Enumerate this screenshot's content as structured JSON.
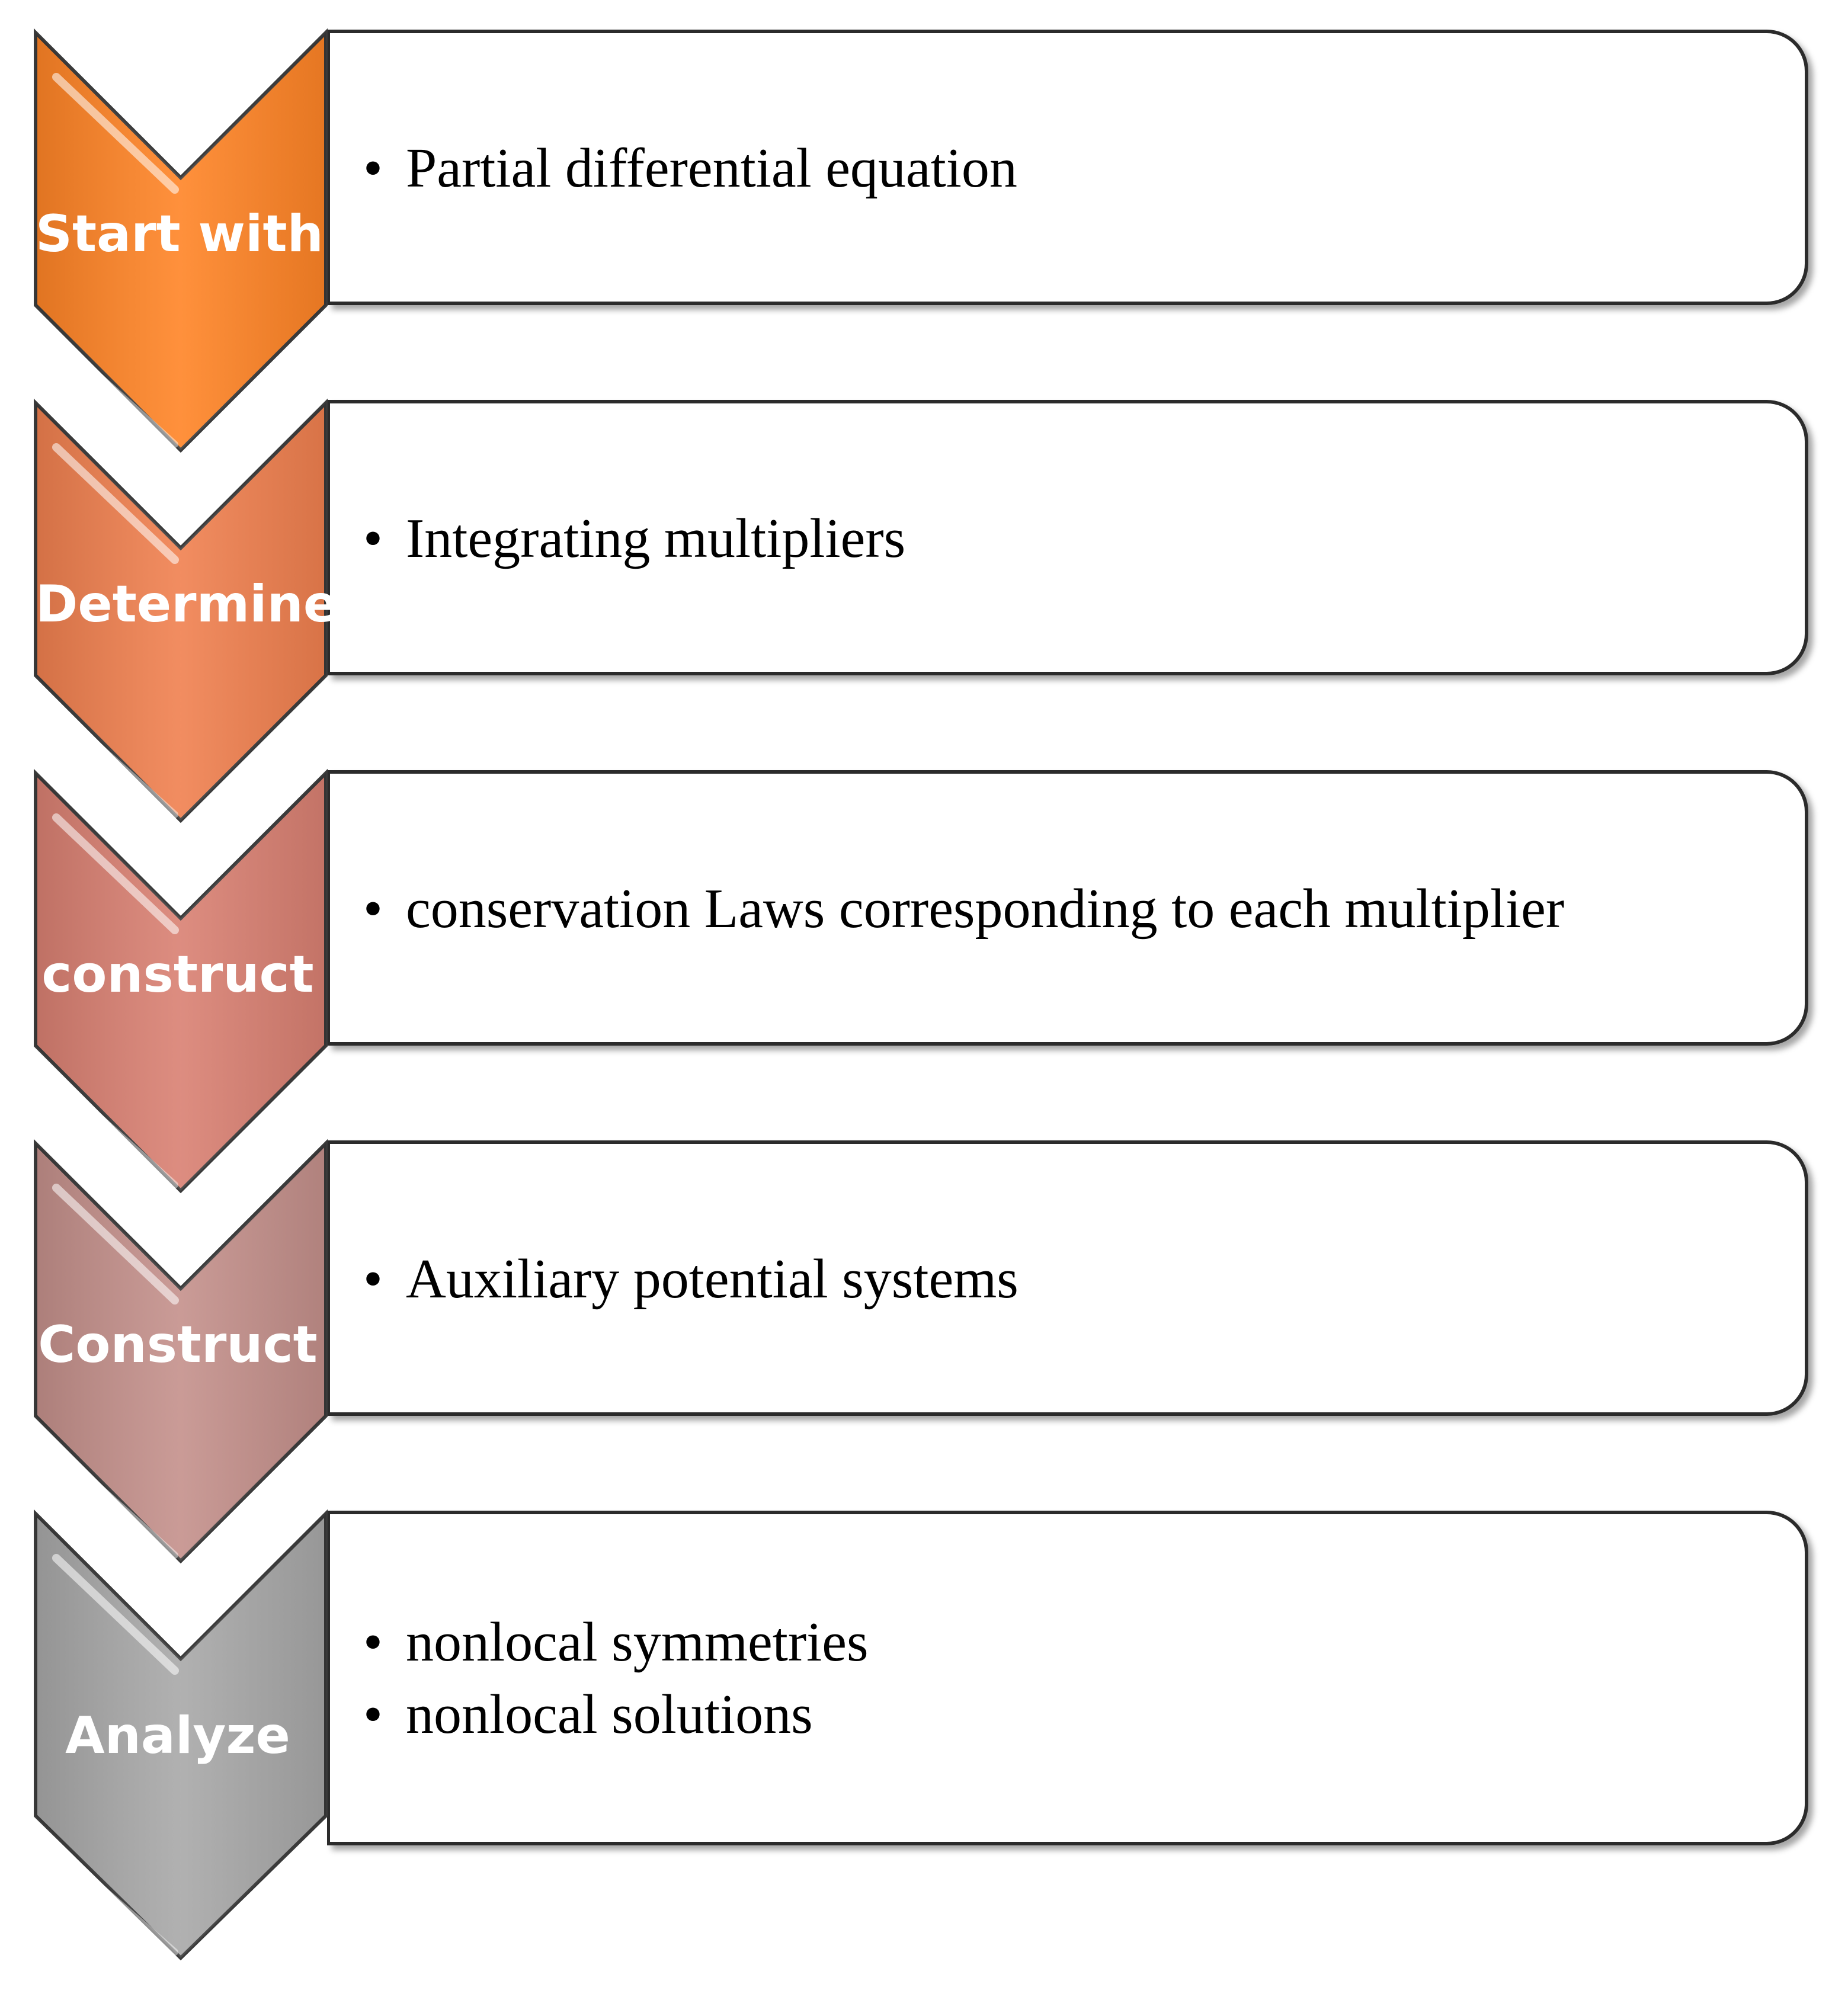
{
  "steps": [
    {
      "label": "Start with",
      "color": "#ff8426",
      "items": [
        "Partial differential equation"
      ]
    },
    {
      "label": "Determine",
      "color": "#f0804f",
      "items": [
        "Integrating multipliers"
      ]
    },
    {
      "label": "construct",
      "color": "#d98072",
      "items": [
        "conservation Laws corresponding to each multiplier"
      ]
    },
    {
      "label": "Construct",
      "color": "#c4908b",
      "items": [
        "Auxiliary potential systems"
      ]
    },
    {
      "label": "Analyze",
      "color": "#a8a8a8",
      "items": [
        "nonlocal symmetries",
        "nonlocal solutions"
      ]
    }
  ]
}
